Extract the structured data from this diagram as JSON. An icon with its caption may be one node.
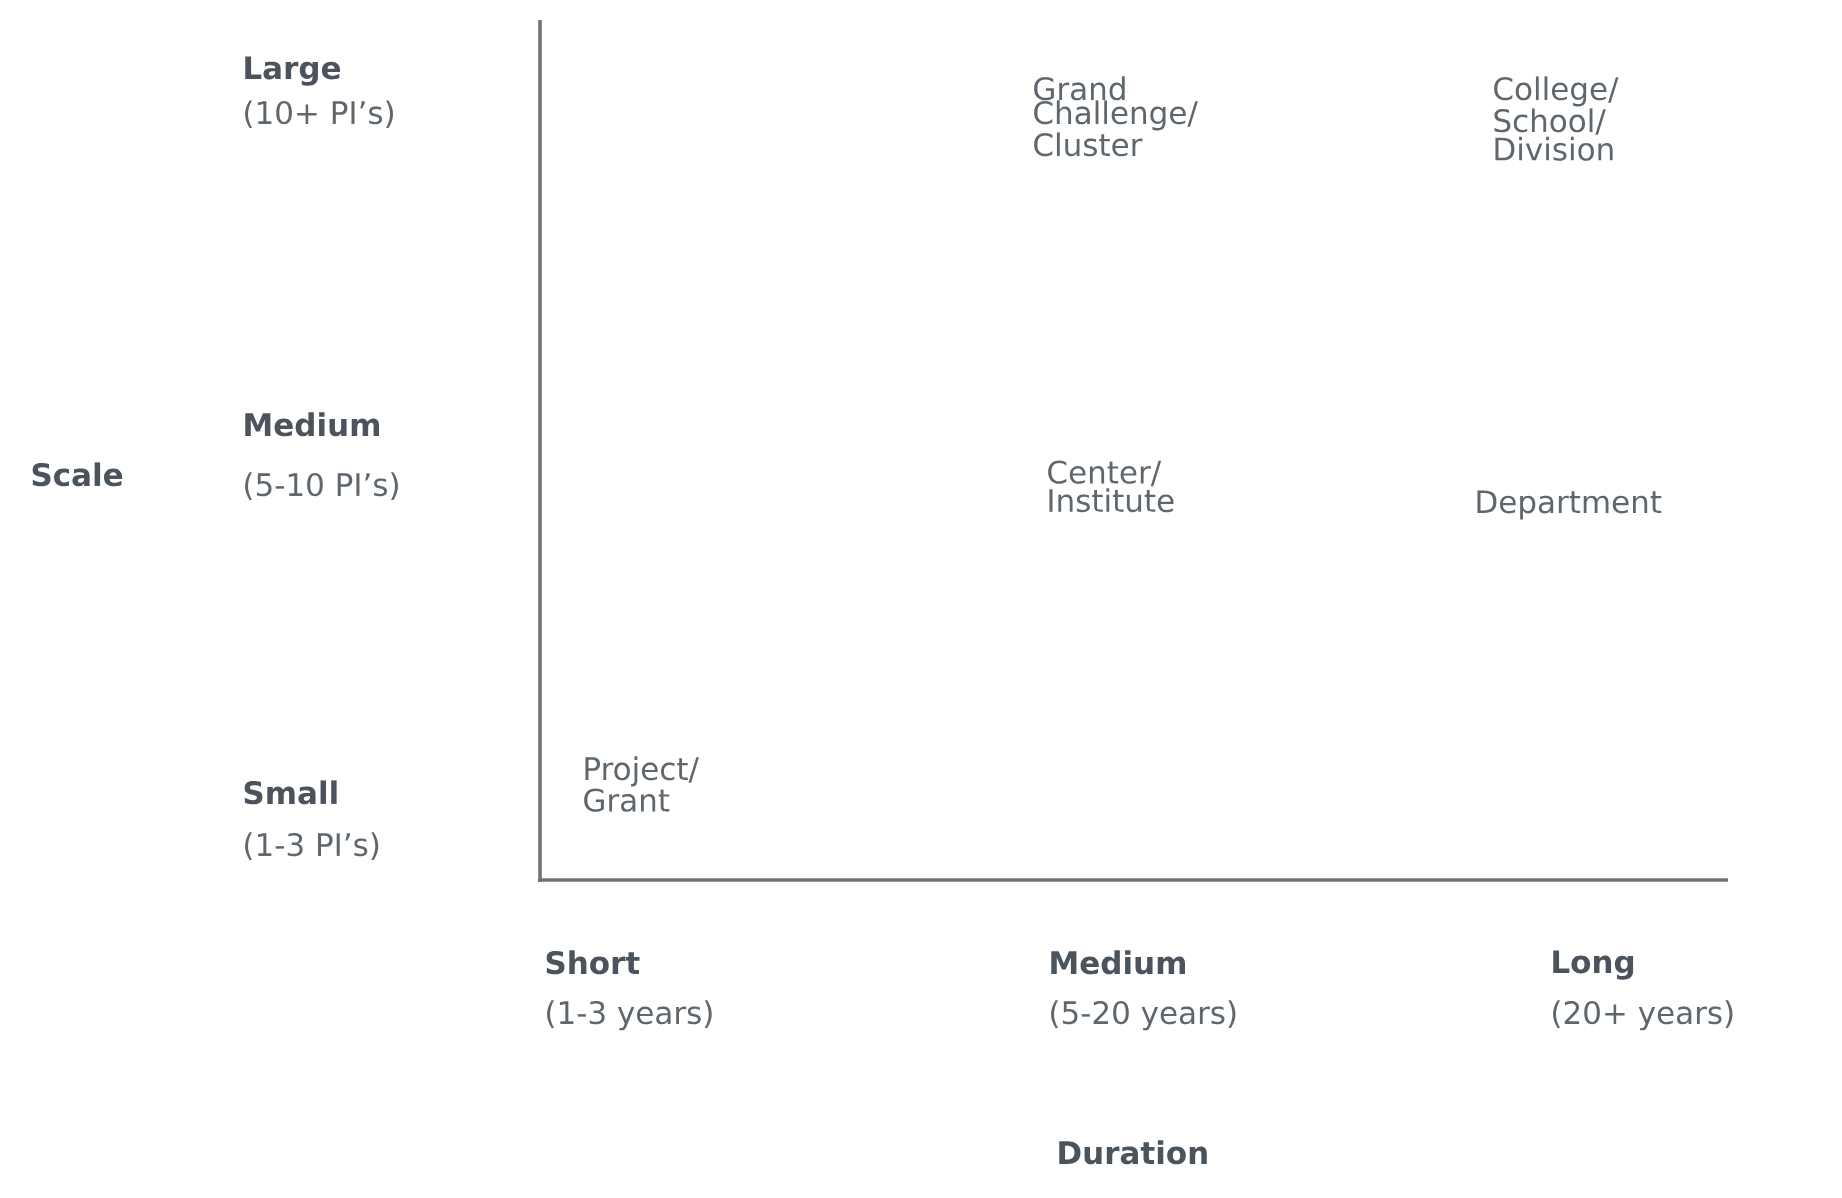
{
  "diagram": {
    "labels": [
      "Large",
      "(10+ PI’s)",
      "Grand Challenge/ Cluster",
      "College/ School/ Division",
      "Medium",
      "Scale",
      "(5-10 PI’s)",
      "Center/ Institute",
      "Department",
      "Project/ Grant",
      "Small",
      "(1-3 PI’s)",
      "Short",
      "Medium",
      "Long",
      "(1-3 years)",
      "(5-20 years)",
      "(20+ years)",
      "Duration"
    ]
  }
}
